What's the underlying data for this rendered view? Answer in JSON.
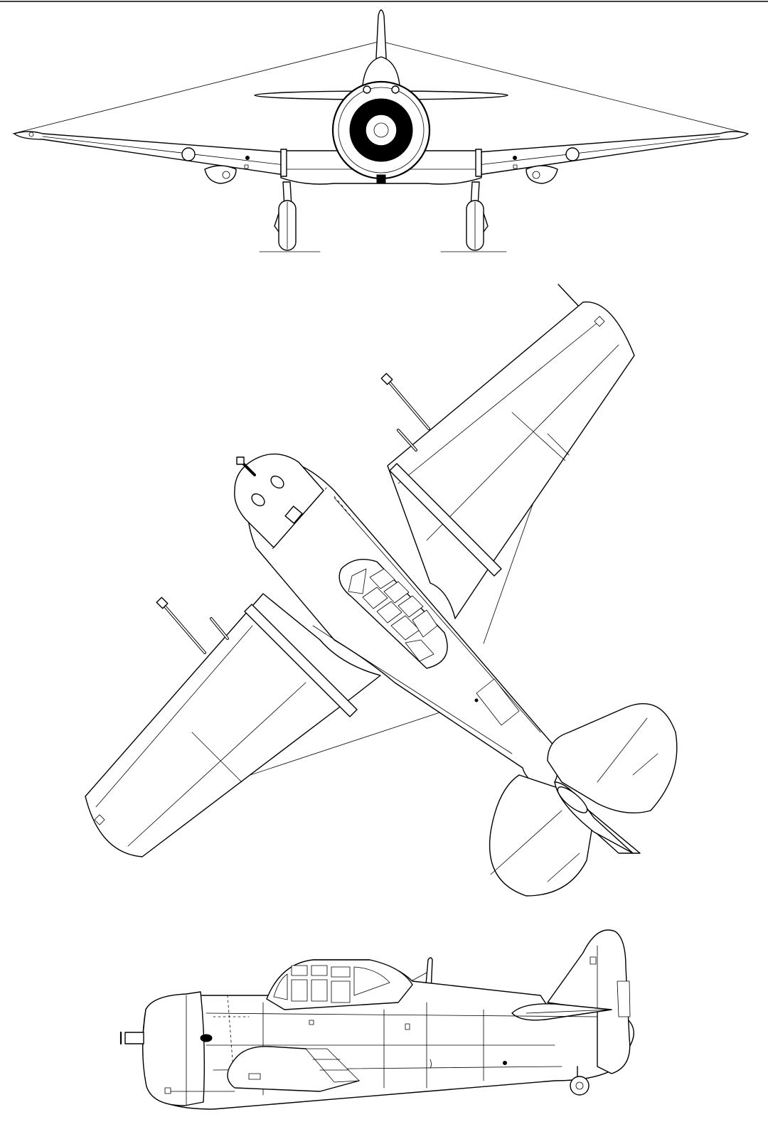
{
  "drawing": {
    "views": [
      "front",
      "top",
      "side"
    ],
    "colors": {
      "line": "#000000",
      "background": "#ffffff",
      "roundel_ring": "#000000"
    }
  }
}
